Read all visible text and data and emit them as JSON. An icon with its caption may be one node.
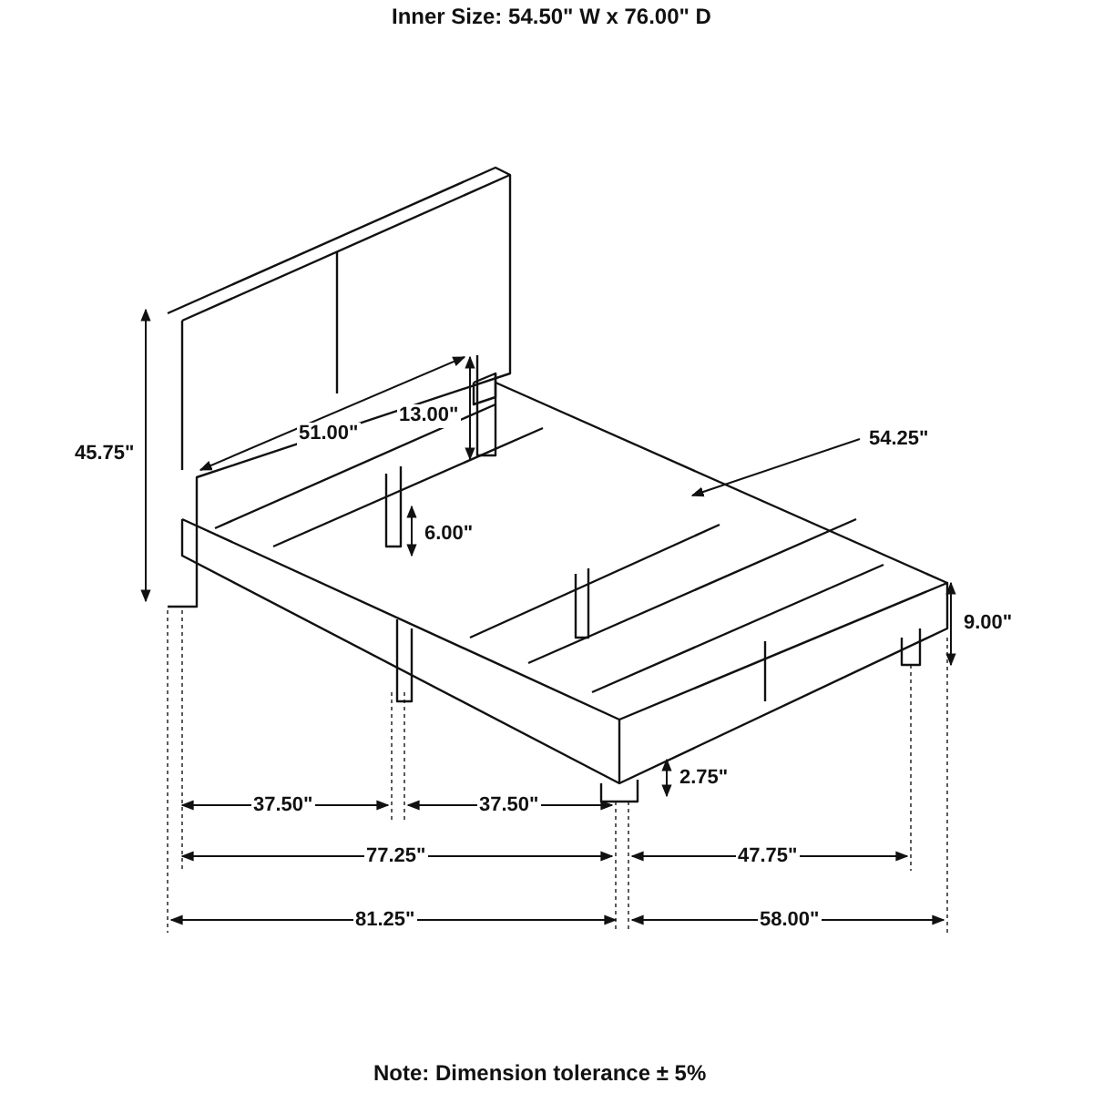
{
  "diagram": {
    "labels": [
      "Inner Size: 54.50\" W x 76.00\" D",
      "45.75\"",
      "13.00\"",
      "51.00\"",
      "54.25\"",
      "6.00\"",
      "9.00\"",
      "2.75\"",
      "37.50\"",
      "37.50\"",
      "77.25\"",
      "47.75\"",
      "81.25\"",
      "58.00\"",
      "Note: Dimension tolerance ± 5%"
    ]
  }
}
